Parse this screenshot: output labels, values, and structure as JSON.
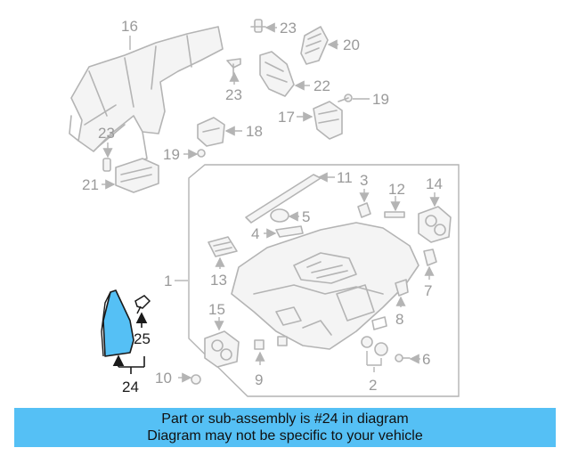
{
  "colors": {
    "highlight": "#55c0f5",
    "banner": "#55c0f5",
    "line_gray": "#b4b4b4",
    "callout_gray": "#9a9a9a",
    "dark": "#1a1a1a"
  },
  "callouts": {
    "c1": "1",
    "c2": "2",
    "c3": "3",
    "c4": "4",
    "c5": "5",
    "c6": "6",
    "c7": "7",
    "c8": "8",
    "c9": "9",
    "c10": "10",
    "c11": "11",
    "c12": "12",
    "c13": "13",
    "c14": "14",
    "c15": "15",
    "c16": "16",
    "c17": "17",
    "c18": "18",
    "c19a": "19",
    "c19b": "19",
    "c20": "20",
    "c21": "21",
    "c22": "22",
    "c23a": "23",
    "c23b": "23",
    "c23c": "23",
    "c24": "24",
    "c25": "25"
  },
  "banner": {
    "line1": "Part or sub-assembly is #24 in diagram",
    "line2": "Diagram may not be specific to your vehicle"
  }
}
